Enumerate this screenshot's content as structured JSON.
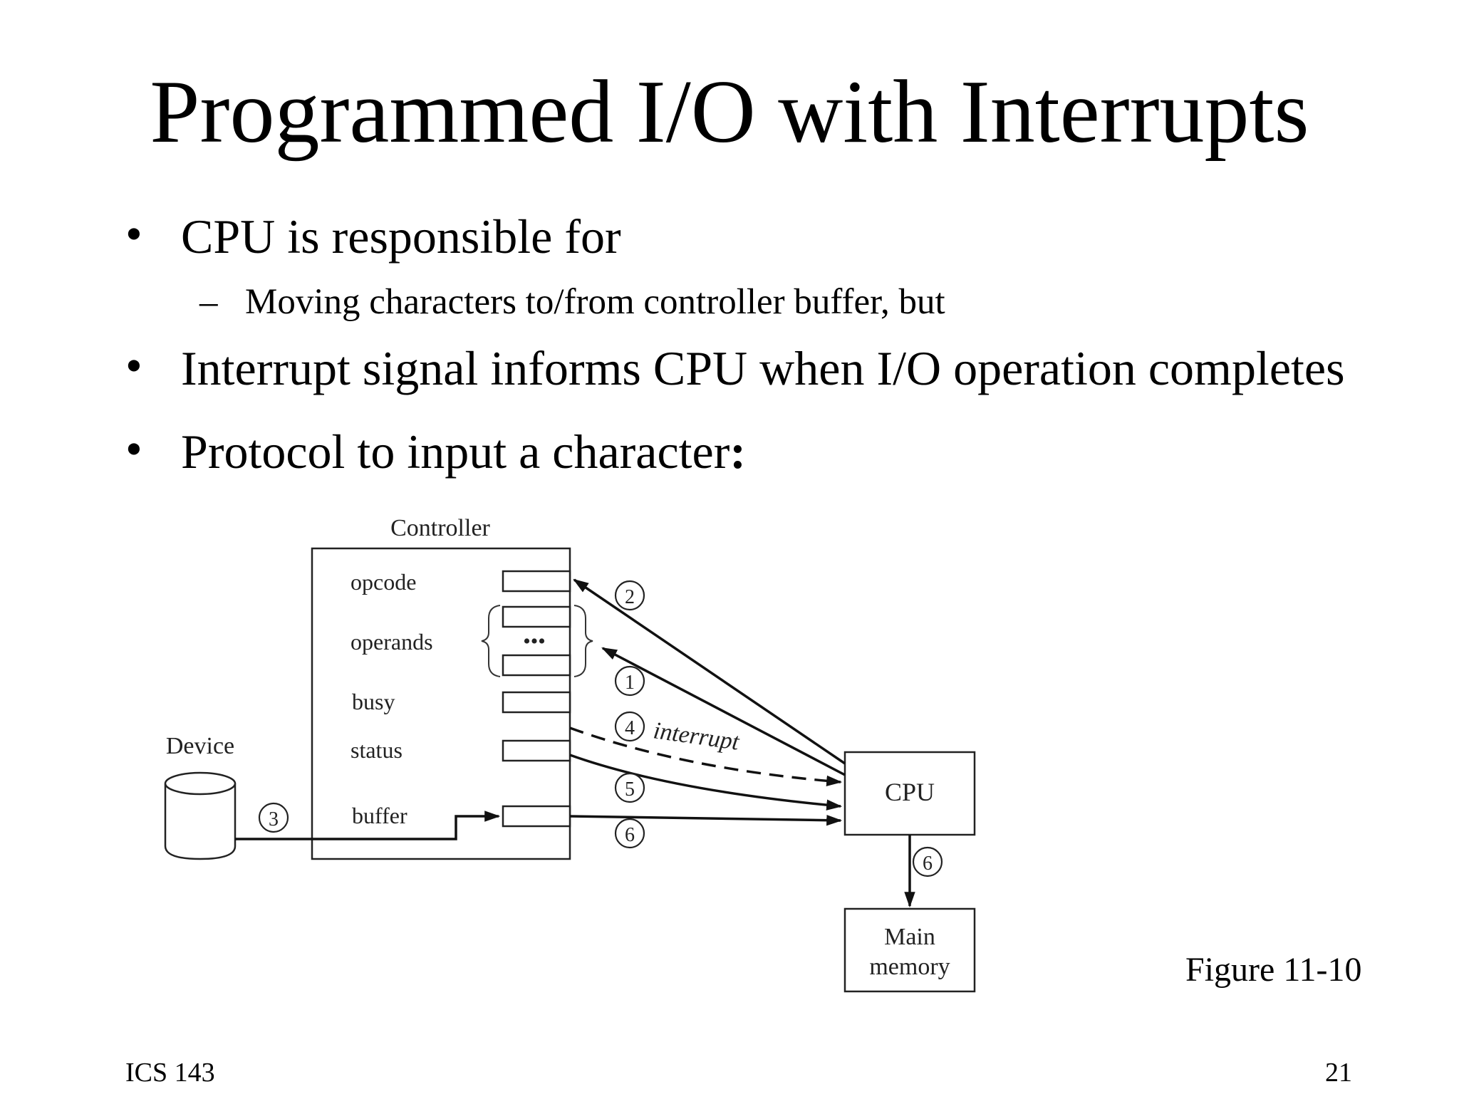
{
  "slide": {
    "title": "Programmed I/O with Interrupts",
    "bullet_marker": "•",
    "dash_marker": "–",
    "bullets": [
      "CPU is responsible for",
      "Interrupt signal informs CPU when I/O operation completes",
      "Protocol to input a character"
    ],
    "bullet_3_suffix": ":",
    "sub_bullets": [
      "Moving characters to/from controller buffer, but"
    ],
    "figure_caption": "Figure 11-10",
    "footer_left": "ICS 143",
    "footer_right": "21"
  },
  "diagram": {
    "controller_label": "Controller",
    "registers": [
      "opcode",
      "operands",
      "busy",
      "status",
      "buffer"
    ],
    "operand_ellipsis": "•••",
    "device_label": "Device",
    "cpu_label": "CPU",
    "memory_label_line1": "Main",
    "memory_label_line2": "memory",
    "interrupt_label": "interrupt",
    "step_numbers": [
      "1",
      "2",
      "3",
      "4",
      "5",
      "6",
      "6"
    ]
  }
}
